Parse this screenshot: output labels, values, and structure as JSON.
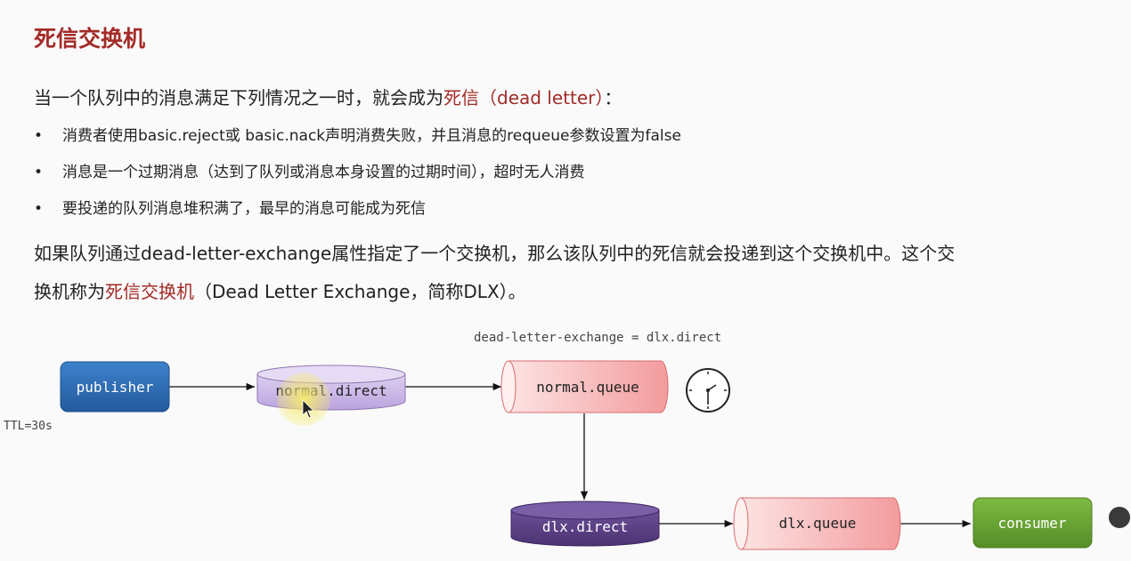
{
  "slide": {
    "title": "死信交换机",
    "intro": {
      "prefix": "当一个队列中的消息满足下列情况之一时，就会成为",
      "highlight": "死信（dead letter）",
      "suffix": "："
    },
    "bullets": [
      {
        "marker": "•",
        "text": "消费者使用basic.reject或 basic.nack声明消费失败，并且消息的requeue参数设置为false"
      },
      {
        "marker": "•",
        "text": "消息是一个过期消息（达到了队列或消息本身设置的过期时间），超时无人消费"
      },
      {
        "marker": "•",
        "text": "要投递的队列消息堆积满了，最早的消息可能成为死信"
      }
    ],
    "paragraph": {
      "line1": "如果队列通过dead-letter-exchange属性指定了一个交换机，那么该队列中的死信就会投递到这个交换机中。这个交",
      "line2_prefix": "换机称为",
      "line2_highlight": "死信交换机",
      "line2_suffix": "（Dead Letter Exchange，简称DLX）。"
    }
  },
  "diagram": {
    "dlx_annotation": "dead-letter-exchange = dlx.direct",
    "ttl_label": "TTL=30s",
    "publisher": "publisher",
    "normal_exchange": "normal.direct",
    "normal_queue": "normal.queue",
    "dlx_exchange": "dlx.direct",
    "dlx_queue": "dlx.queue",
    "consumer": "consumer",
    "clock_icon": "clock-icon",
    "colors": {
      "title_red": "#a32b27",
      "publisher_blue": "#2f6db5",
      "exchange_purple": "#c9b3e6",
      "dlx_purple": "#5b3f85",
      "queue_pink": "#f4a9aa",
      "consumer_green": "#6aa632"
    }
  }
}
